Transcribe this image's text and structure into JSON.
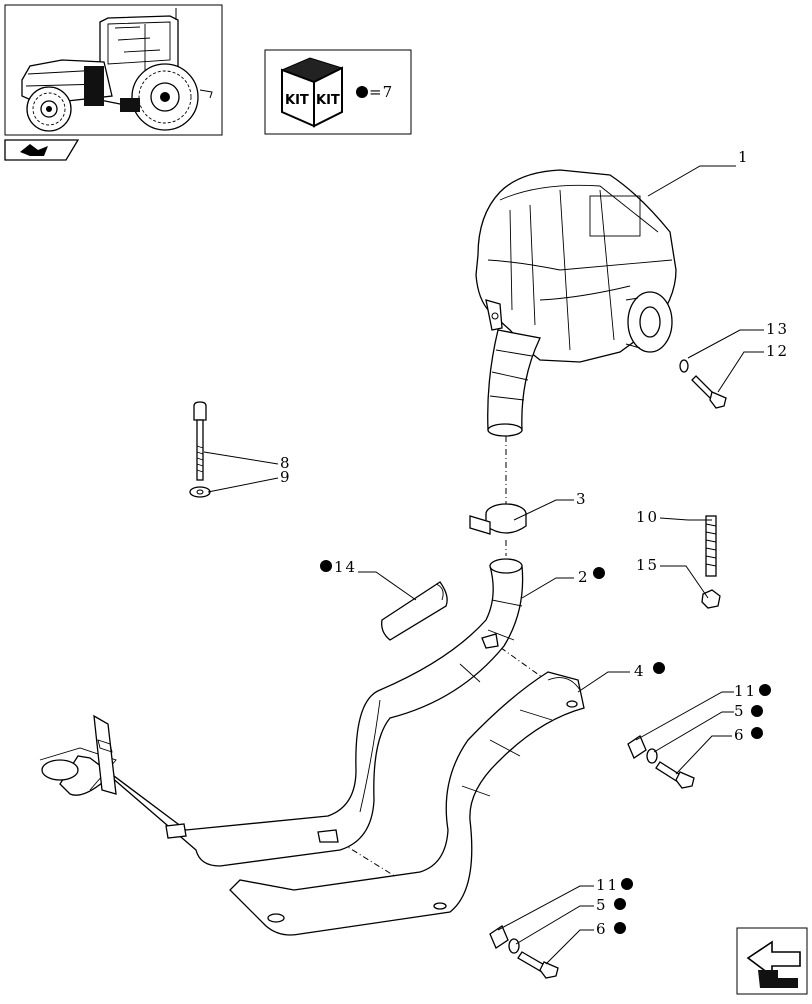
{
  "kit_box": {
    "kit_label_1": "KIT",
    "kit_label_2": "KIT",
    "equals_text": "=7"
  },
  "callouts": [
    {
      "id": "c1",
      "text": "1",
      "marker": false
    },
    {
      "id": "c2",
      "text": "2",
      "marker": true
    },
    {
      "id": "c3",
      "text": "3",
      "marker": false
    },
    {
      "id": "c4",
      "text": "4",
      "marker": true
    },
    {
      "id": "c5a",
      "text": "5",
      "marker": true
    },
    {
      "id": "c5b",
      "text": "5",
      "marker": true
    },
    {
      "id": "c6a",
      "text": "6",
      "marker": true
    },
    {
      "id": "c6b",
      "text": "6",
      "marker": true
    },
    {
      "id": "c8",
      "text": "8",
      "marker": false
    },
    {
      "id": "c9",
      "text": "9",
      "marker": false
    },
    {
      "id": "c10",
      "text": "10",
      "marker": false
    },
    {
      "id": "c11a",
      "text": "11",
      "marker": true
    },
    {
      "id": "c11b",
      "text": "11",
      "marker": true
    },
    {
      "id": "c12",
      "text": "12",
      "marker": false
    },
    {
      "id": "c13",
      "text": "13",
      "marker": false
    },
    {
      "id": "c14",
      "text": "14",
      "marker": true
    },
    {
      "id": "c15",
      "text": "15",
      "marker": false
    }
  ],
  "icons": {
    "thumbnail": "tractor-thumbnail-icon",
    "corner_tab": "page-tab-icon",
    "kit": "kit-box-icon",
    "nav": "next-page-arrow-icon"
  }
}
